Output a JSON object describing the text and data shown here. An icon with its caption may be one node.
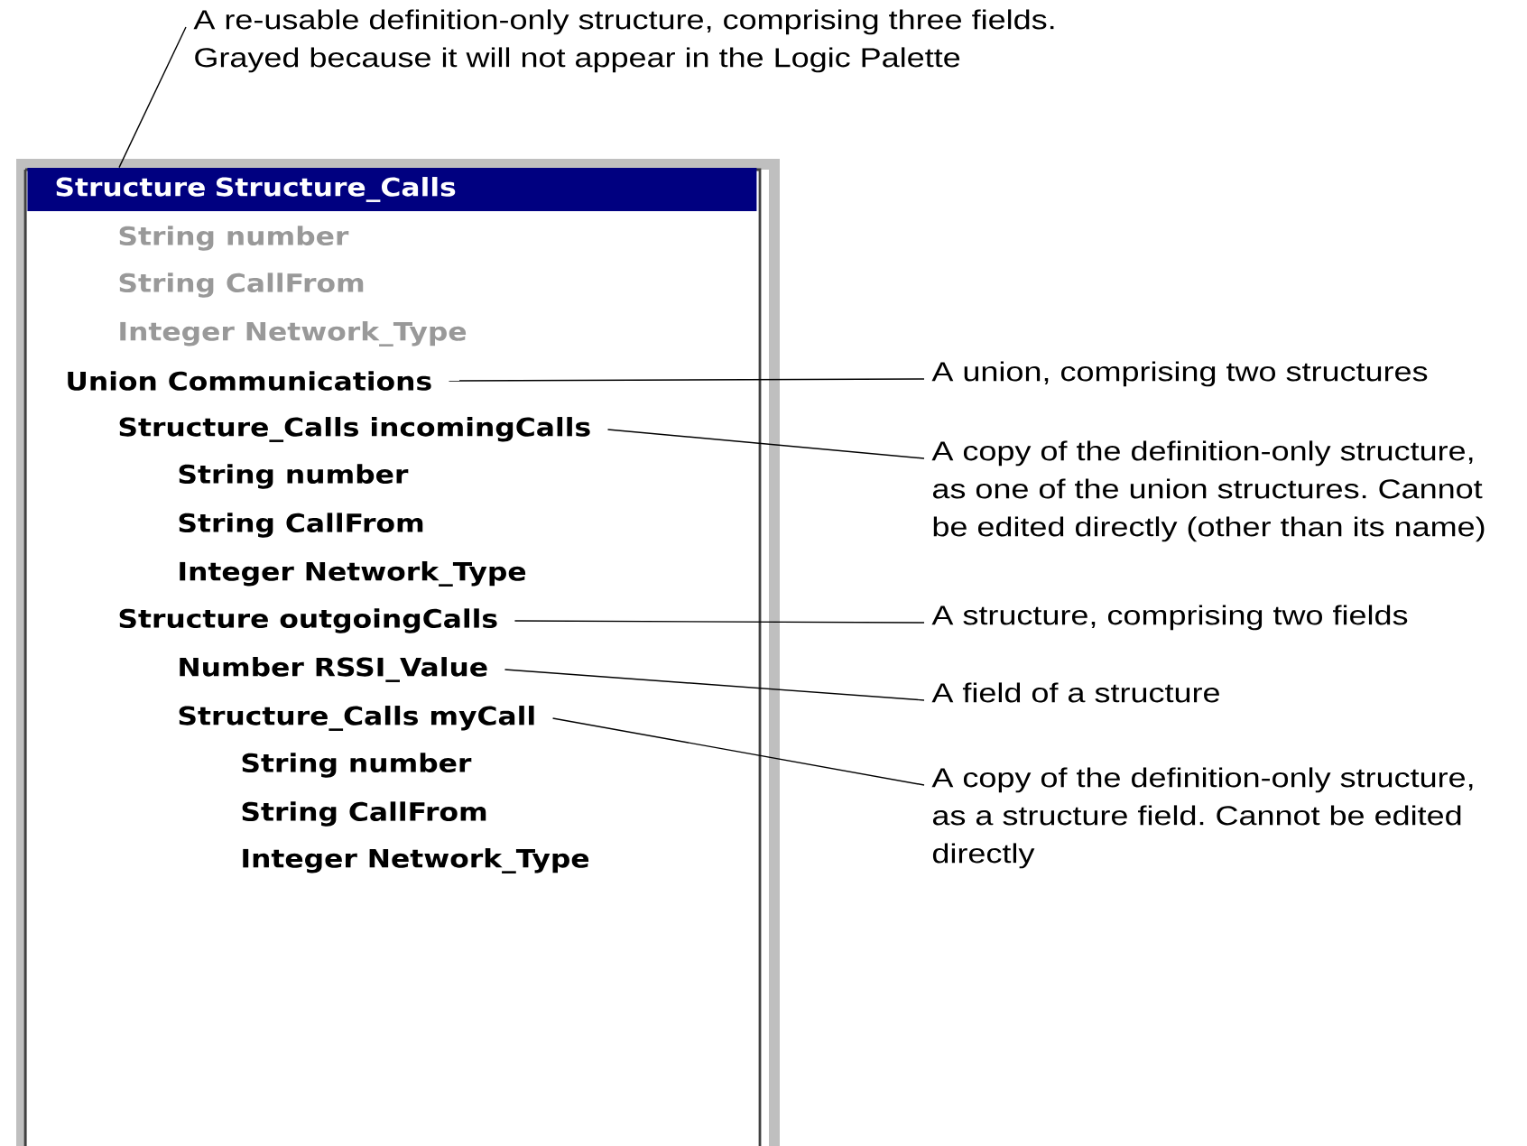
{
  "diagram": {
    "nodes": [
      {
        "text": [],
        "shape": "box"
      },
      {
        "text": [
          "Structure Structure_Calls"
        ],
        "in": 0
      },
      {
        "text": [
          "String number"
        ],
        "in": 0
      },
      {
        "text": [
          "String CallFrom"
        ],
        "in": 0
      },
      {
        "text": [
          "Integer Network_Type"
        ],
        "in": 0
      },
      {
        "text": [
          "Union Communications"
        ],
        "in": 0
      },
      {
        "text": [
          "Structure_Calls incomingCalls"
        ],
        "in": 0
      },
      {
        "text": [
          "String number"
        ],
        "in": 0
      },
      {
        "text": [
          "String CallFrom"
        ],
        "in": 0
      },
      {
        "text": [
          "Integer Network_Type"
        ],
        "in": 0
      },
      {
        "text": [
          "Structure outgoingCalls"
        ],
        "in": 0
      },
      {
        "text": [
          "Number RSSI_Value"
        ],
        "in": 0
      },
      {
        "text": [
          "Structure_Calls myCall"
        ],
        "in": 0
      },
      {
        "text": [
          "String number"
        ],
        "in": 0
      },
      {
        "text": [
          "String CallFrom"
        ],
        "in": 0
      },
      {
        "text": [
          "Integer Network_Type"
        ],
        "in": 0
      },
      {
        "text": [
          "A re-usable definition-only structure, comprising three fields. Grayed because it will not appear in the Logic Palette"
        ]
      },
      {
        "text": [
          "A union, comprising two structures"
        ]
      },
      {
        "text": [
          "A copy of the definition-only structure, as one of the union structures. Cannot be edited directly (other than its name)"
        ]
      },
      {
        "text": [
          "A structure, comprising two fields"
        ]
      },
      {
        "text": [
          "A field of a structure"
        ]
      },
      {
        "text": [
          "A copy of the definition-only structure, as a structure field. Cannot be edited directly"
        ]
      }
    ],
    "edges": [
      {
        "from": 16,
        "to": 1,
        "arrow": "none"
      },
      {
        "from": 17,
        "to": 5,
        "arrow": "none"
      },
      {
        "from": 18,
        "to": 6,
        "arrow": "none"
      },
      {
        "from": 19,
        "to": 10,
        "arrow": "none"
      },
      {
        "from": 20,
        "to": 11,
        "arrow": "none"
      },
      {
        "from": 21,
        "to": 12,
        "arrow": "none"
      }
    ]
  }
}
